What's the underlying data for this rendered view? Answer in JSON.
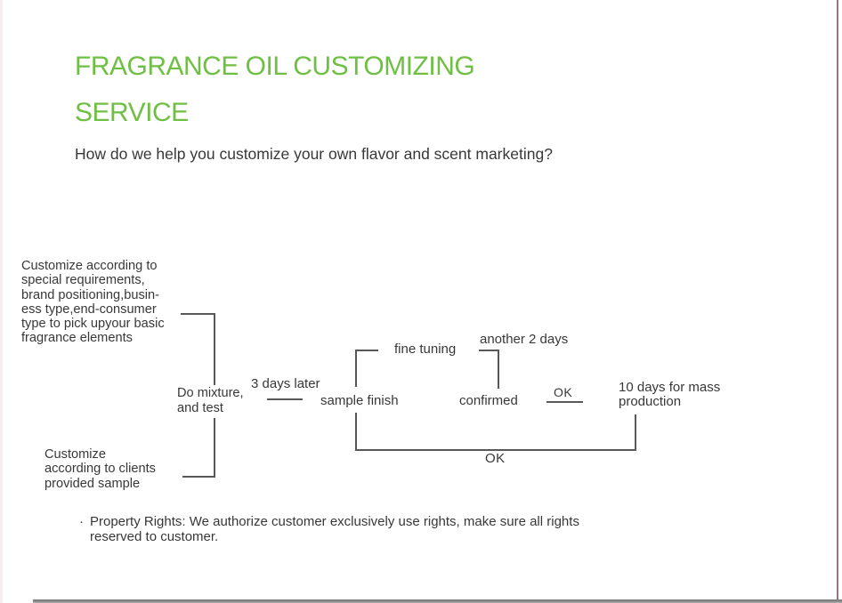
{
  "header": {
    "title_line1": "FRAGRANCE OIL CUSTOMIZING",
    "title_line2": "SERVICE",
    "subtitle": "How do we help you customize your own flavor and scent marketing?"
  },
  "flow": {
    "requirements": {
      "lines": [
        "Customize according to",
        "special requirements,",
        "brand positioning,busin-",
        "ess type,end-consumer",
        "type to pick upyour basic",
        "fragrance elements"
      ]
    },
    "client_sample": {
      "lines": [
        "Customize",
        "according to clients",
        "provided sample"
      ]
    },
    "do_mixture": {
      "lines": [
        "Do mixture,",
        "and test"
      ]
    },
    "three_days_later": "3 days later",
    "sample_finish": "sample finish",
    "fine_tuning": "fine tuning",
    "another_two_days": "another 2 days",
    "confirmed": "confirmed",
    "ok_forward": "OK",
    "mass_production": {
      "lines": [
        "10 days for mass",
        "production"
      ]
    },
    "ok_loop": "OK"
  },
  "footnote": {
    "bullet": "·",
    "lines": [
      "Property Rights: We authorize customer exclusively use rights, make sure all rights",
      "reserved to customer."
    ]
  },
  "colors": {
    "title_green": "#6fbf44",
    "text": "#383838",
    "line": "#58585a",
    "edge_line": "#9d7286",
    "left_edge": "#f6edf1"
  }
}
